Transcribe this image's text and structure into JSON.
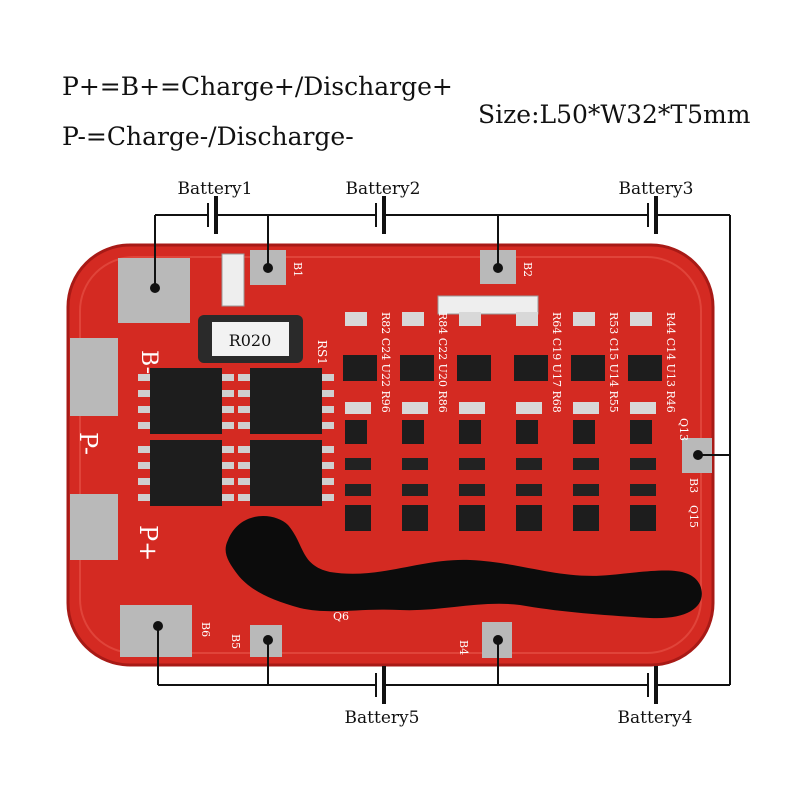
{
  "header": {
    "pin_positive": "P+=B+=Charge+/Discharge+",
    "pin_negative": "P-=Charge-/Discharge-",
    "size": "Size:L50*W32*T5mm"
  },
  "battery_labels": {
    "battery1": "Battery1",
    "battery2": "Battery2",
    "battery3": "Battery3",
    "battery4": "Battery4",
    "battery5": "Battery5"
  },
  "pads": {
    "b_minus": "B-",
    "p_minus": "P-",
    "p_plus": "P+",
    "b1": "B1",
    "b2": "B2",
    "b3": "B3",
    "b4": "B4",
    "b5": "B5",
    "b6": "B6"
  },
  "components": {
    "shunt": "R020",
    "rs1": "RS1",
    "q13": "Q13",
    "q15": "Q15",
    "q6": "Q6",
    "silk_row1": "R82 C24 U22 R96",
    "silk_row2": "R84 C22 U20 R86",
    "silk_row3": "R64 C19 U17 R68",
    "silk_row4": "R53 C15 U14 R55",
    "silk_row5": "R44 C14 U13 R46"
  },
  "colors": {
    "board": "#d42a22",
    "board_edge": "#a81a16",
    "pad": "#b9b9b9",
    "chip": "#1d1d1d",
    "wire": "#111111"
  }
}
